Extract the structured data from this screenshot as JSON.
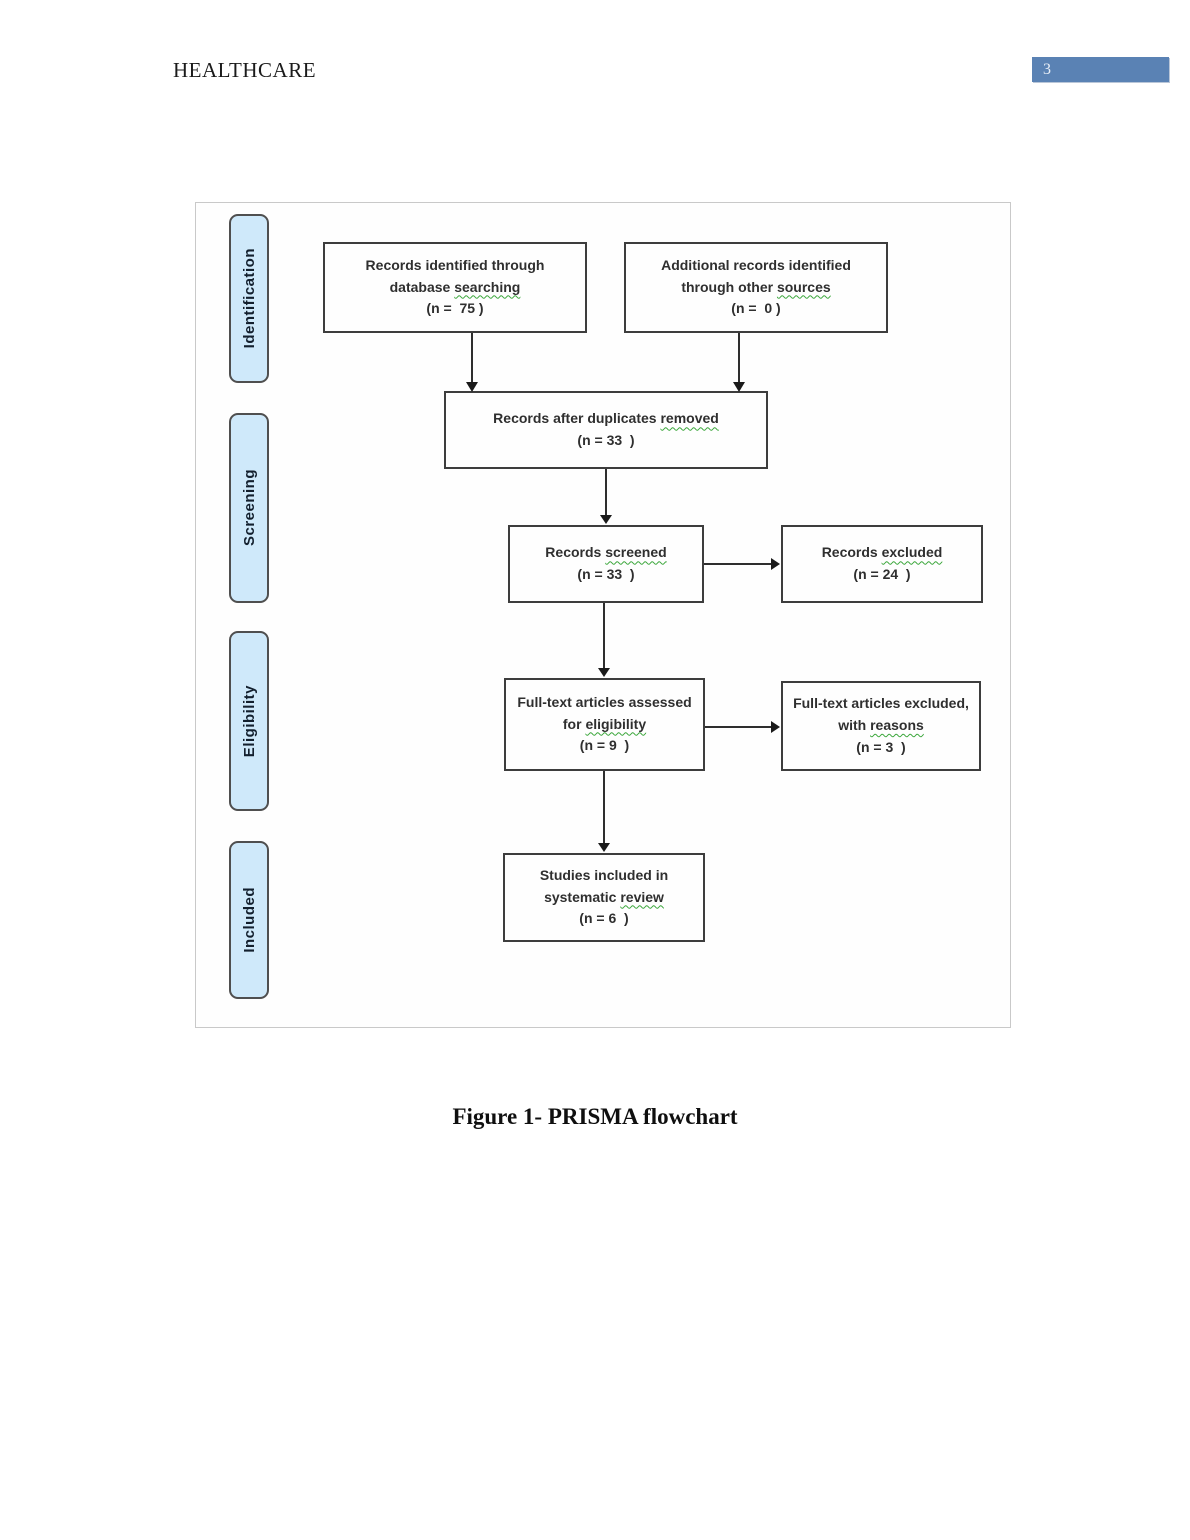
{
  "header": {
    "running_head": "HEALTHCARE",
    "page_number": "3",
    "page_number_bg": "#5a82b4"
  },
  "caption": "Figure 1- PRISMA flowchart",
  "flowchart": {
    "stage_fill": "#cfe9fa",
    "wavy_color": "#3aa63a",
    "stages": [
      {
        "id": "identification",
        "label": "Identification"
      },
      {
        "id": "screening",
        "label": "Screening"
      },
      {
        "id": "eligibility",
        "label": "Eligibility"
      },
      {
        "id": "included",
        "label": "Included"
      }
    ],
    "boxes": [
      {
        "id": "records-identified",
        "lines": [
          "Records identified through",
          "database searching",
          "(n =  75 )"
        ],
        "wavy": [
          "searching"
        ]
      },
      {
        "id": "additional-records",
        "lines": [
          "Additional records identified",
          "through other sources",
          "(n =  0 )"
        ],
        "wavy": [
          "sources"
        ]
      },
      {
        "id": "duplicates-removed",
        "lines": [
          "Records after duplicates removed",
          "(n = 33  )"
        ],
        "wavy": [
          "removed"
        ]
      },
      {
        "id": "records-screened",
        "lines": [
          "Records screened",
          "(n = 33  )"
        ],
        "wavy": [
          "screened"
        ]
      },
      {
        "id": "records-excluded",
        "lines": [
          "Records excluded",
          "(n = 24  )"
        ],
        "wavy": [
          "excluded"
        ]
      },
      {
        "id": "fulltext-assessed",
        "lines": [
          "Full-text articles assessed",
          "for eligibility",
          "(n = 9  )"
        ],
        "wavy": [
          "eligibility"
        ]
      },
      {
        "id": "fulltext-excluded",
        "lines": [
          "Full-text articles excluded,",
          "with reasons",
          "(n = 3  )"
        ],
        "wavy": [
          "reasons"
        ]
      },
      {
        "id": "studies-included",
        "lines": [
          "Studies included in",
          "systematic review",
          "(n = 6  )"
        ],
        "wavy": [
          "review"
        ]
      }
    ]
  }
}
